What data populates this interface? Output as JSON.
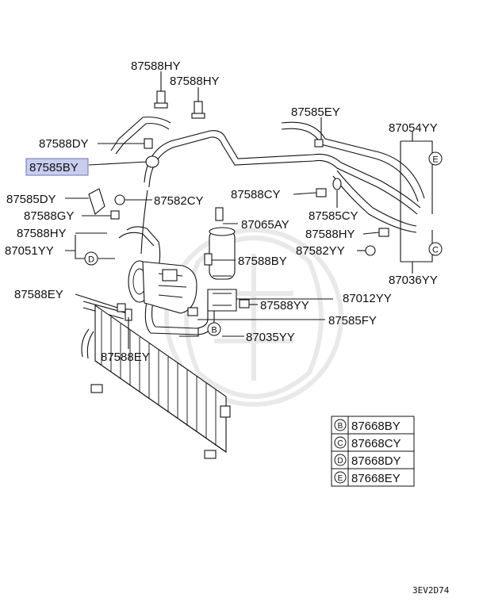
{
  "labels": {
    "l_87588HY_1": "87588HY",
    "l_87588HY_2": "87588HY",
    "l_87585EY": "87585EY",
    "l_87054YY": "87054YY",
    "l_87588DY": "87588DY",
    "l_87585BY": "87585BY",
    "l_87585DY": "87585DY",
    "l_87582CY": "87582CY",
    "l_87588CY": "87588CY",
    "l_87588GY": "87588GY",
    "l_87065AY": "87065AY",
    "l_87585CY": "87585CY",
    "l_87588HY_3": "87588HY",
    "l_87588HY_4": "87588HY",
    "l_87051YY": "87051YY",
    "l_87588BY": "87588BY",
    "l_87582YY": "87582YY",
    "l_87036YY": "87036YY",
    "l_87588EY_1": "87588EY",
    "l_87588YY": "87588YY",
    "l_87012YY": "87012YY",
    "l_87585FY": "87585FY",
    "l_87035YY": "87035YY",
    "l_87588EY_2": "87588EY"
  },
  "circle_letters": {
    "b": "B",
    "c": "C",
    "d": "D",
    "e": "E"
  },
  "legend": [
    {
      "letter": "B",
      "part": "87668BY"
    },
    {
      "letter": "C",
      "part": "87668CY"
    },
    {
      "letter": "D",
      "part": "87668DY"
    },
    {
      "letter": "E",
      "part": "87668EY"
    }
  ],
  "diagram_code": "3EV2D74",
  "highlight_color": "#c8cdee"
}
